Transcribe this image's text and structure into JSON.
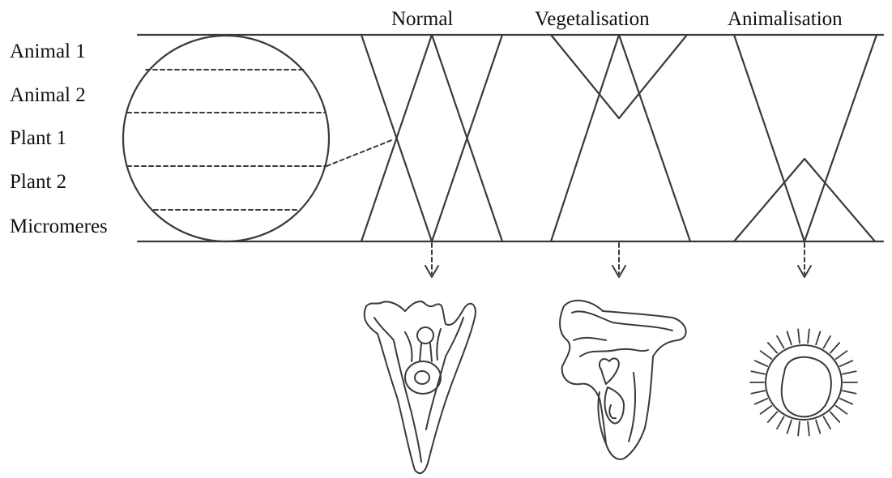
{
  "diagram": {
    "layer_labels": [
      "Animal 1",
      "Animal 2",
      "Plant 1",
      "Plant 2",
      "Micromeres"
    ],
    "conditions": [
      {
        "title": "Normal",
        "outcome": "normal-larva"
      },
      {
        "title": "Vegetalisation",
        "outcome": "vegetalised-larva"
      },
      {
        "title": "Animalisation",
        "outcome": "animalised-larva"
      }
    ]
  },
  "colors": {
    "ink": "#3a3a3a",
    "background": "#ffffff"
  }
}
